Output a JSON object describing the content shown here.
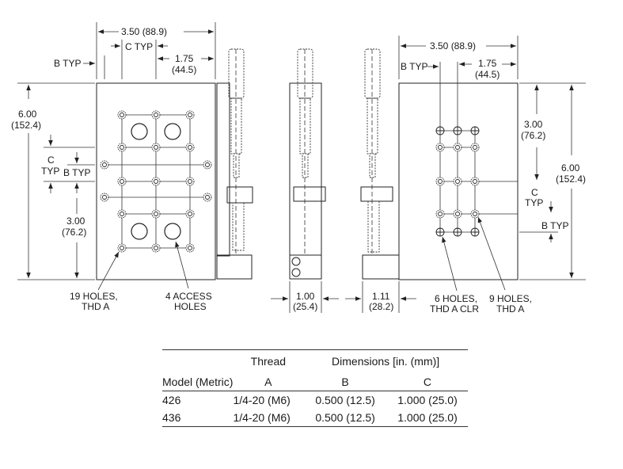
{
  "labels": {
    "dim_350_top_left": "3.50 (88.9)",
    "c_typ_top": "C TYP",
    "b_typ_left": "B TYP",
    "dim_175_in": "1.75",
    "dim_175_mm": "(44.5)",
    "dim_600_in": "6.00",
    "dim_600_mm": "(152.4)",
    "c": "C",
    "typ": "TYP",
    "b_typ": "B TYP",
    "dim_300_in": "3.00",
    "dim_300_mm": "(76.2)",
    "holes19_l1": "19 HOLES,",
    "holes19_l2": "THD A",
    "access_l1": "4 ACCESS",
    "access_l2": "HOLES",
    "dim_100_in": "1.00",
    "dim_100_mm": "(25.4)",
    "dim_111_in": "1.11",
    "dim_111_mm": "(28.2)",
    "dim_350_right": "3.50 (88.9)",
    "b_typ_right": "B TYP",
    "dim_175r_in": "1.75",
    "dim_175r_mm": "(44.5)",
    "dim_300r_in": "3.00",
    "dim_300r_mm": "(76.2)",
    "dim_600r_in": "6.00",
    "dim_600r_mm": "(152.4)",
    "c_r": "C",
    "typ_r": "TYP",
    "b_typ_r2": "B TYP",
    "holes6_l1": "6 HOLES,",
    "holes6_l2": "THD A CLR",
    "holes9_l1": "9 HOLES,",
    "holes9_l2": "THD A"
  },
  "table": {
    "header1": [
      "",
      "Thread",
      "Dimensions [in. (mm)]"
    ],
    "header2": [
      "Model (Metric)",
      "A",
      "B",
      "C"
    ],
    "rows": [
      [
        "426",
        "1/4-20 (M6)",
        "0.500 (12.5)",
        "1.000 (25.0)"
      ],
      [
        "436",
        "1/4-20 (M6)",
        "0.500 (12.5)",
        "1.000 (25.0)"
      ]
    ]
  }
}
